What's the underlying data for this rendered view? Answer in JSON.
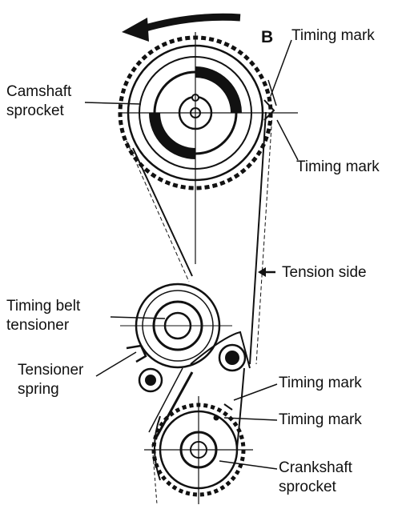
{
  "diagram": {
    "rotation_marker": "B",
    "labels": {
      "timing_mark_top": "Timing mark",
      "camshaft_line1": "Camshaft",
      "camshaft_line2": "sprocket",
      "timing_mark_cam_lower": "Timing mark",
      "tension_side": "Tension side",
      "belt_tensioner_line1": "Timing belt",
      "belt_tensioner_line2": "tensioner",
      "tensioner_spring_line1": "Tensioner",
      "tensioner_spring_line2": "spring",
      "timing_mark_crank_upper": "Timing mark",
      "timing_mark_crank_lower": "Timing mark",
      "crankshaft_line1": "Crankshaft",
      "crankshaft_line2": "sprocket"
    },
    "colors": {
      "ink": "#111111",
      "background": "#ffffff"
    }
  }
}
